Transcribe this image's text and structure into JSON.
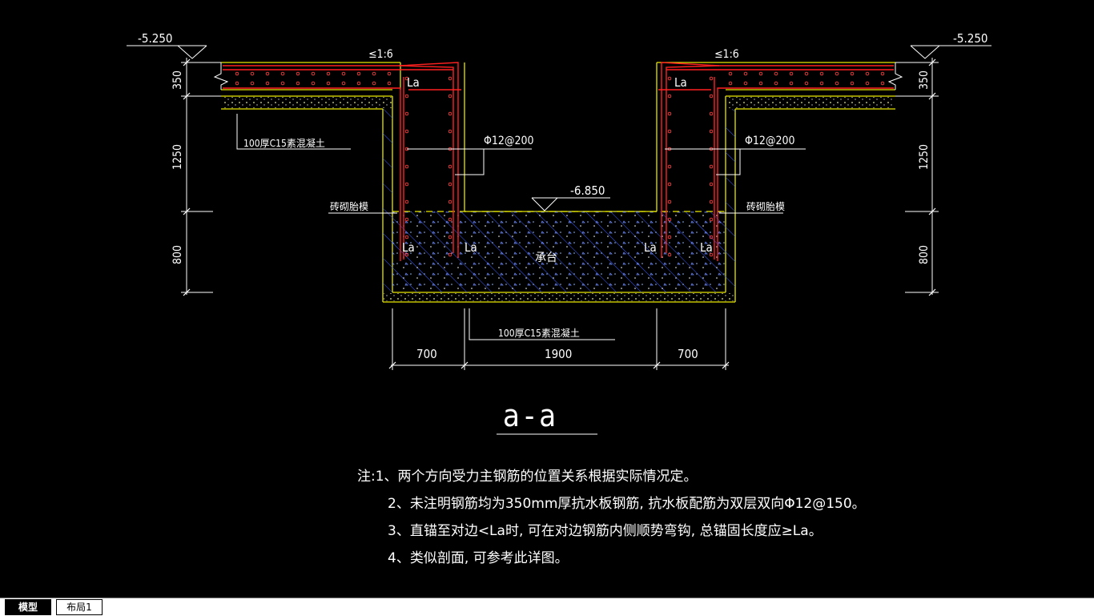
{
  "drawing": {
    "left_elev": "-5.250",
    "right_elev": "-5.250",
    "slope_left": "≤1:6",
    "slope_right": "≤1:6",
    "left_dims": [
      "350",
      "1250",
      "800"
    ],
    "right_dims": [
      "350",
      "1250",
      "800"
    ],
    "label_concrete_top": "100厚C15素混凝土",
    "label_concrete_bottom": "100厚C15素混凝土",
    "label_rebar_left": "Φ12@200",
    "label_rebar_right": "Φ12@200",
    "label_brick_left": "砖砌胎模",
    "label_brick_right": "砖砌胎模",
    "elev_center": "-6.850",
    "label_pile_cap": "承台",
    "la": "La",
    "bottom_dims": [
      "700",
      "1900",
      "700"
    ],
    "section_title": "a-a"
  },
  "notes": [
    "注:1、两个方向受力主钢筋的位置关系根据实际情况定。",
    "2、未注明钢筋均为350mm厚抗水板钢筋, 抗水板配筋为双层双向Φ12@150。",
    "3、直锚至对边<La时, 可在对边钢筋内侧顺势弯钩, 总锚固长度应≥La。",
    "4、类似剖面, 可参考此详图。"
  ],
  "tabs": [
    "模型",
    "布局1"
  ],
  "colors": {
    "background": "#000000",
    "rebar": "#ff2020",
    "outline": "#ffff00",
    "hatch": "#4a6cff",
    "text": "#ffffff"
  }
}
